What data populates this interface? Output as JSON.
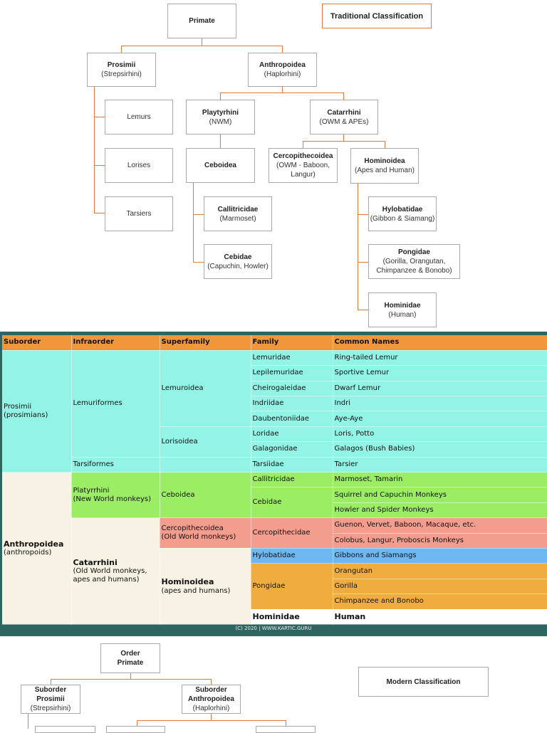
{
  "traditional": {
    "title": "Traditional Classification",
    "primate": "Primate",
    "prosimii": {
      "name": "Prosimii",
      "sub": "(Strepsirhini)"
    },
    "anthropoidea": {
      "name": "Anthropoidea",
      "sub": "(Haplorhini)"
    },
    "lemurs": "Lemurs",
    "lorises": "Lorises",
    "tarsiers": "Tarsiers",
    "platyrrhini": {
      "name": "Playtyrhini",
      "sub": "(NWM)"
    },
    "catarrhini": {
      "name": "Catarrhini",
      "sub": "(OWM & APEs)"
    },
    "ceboidea": "Ceboidea",
    "cercopithecoidea": {
      "name": "Cercopithecoidea",
      "sub1": "(OWM - Baboon,",
      "sub2": "Langur)"
    },
    "hominoidea": {
      "name": "Hominoidea",
      "sub": "(Apes and Human)"
    },
    "callitricidae": {
      "name": "Callitricidae",
      "sub": "(Marmoset)"
    },
    "cebidae": {
      "name": "Cebidae",
      "sub": "(Capuchin, Howler)"
    },
    "hylobatidae": {
      "name": "Hylobatidae",
      "sub": "(Gibbon & Siamang)"
    },
    "pongidae": {
      "name": "Pongidae",
      "sub1": "(Gorilla, Orangutan,",
      "sub2": "Chimpanzee & Bonobo)"
    },
    "hominidae": {
      "name": "Hominidae",
      "sub": "(Human)"
    }
  },
  "table": {
    "headers": [
      "Suborder",
      "Infraorder",
      "Superfamily",
      "Family",
      "Common Names"
    ],
    "prosimii": "Prosimii",
    "prosimii_sub": "(prosimians)",
    "lemuriformes": "Lemuriformes",
    "tarsiformes": "Tarsiformes",
    "lemuroidea": "Lemuroidea",
    "lorisoidea": "Lorisoidea",
    "anthropoidea": "Anthropoidea",
    "anthropoidea_sub": "(anthropoids)",
    "platyrrhini": "Platyrrhini",
    "platyrrhini_sub": "(New World monkeys)",
    "catarrhini": "Catarrhini",
    "catarrhini_sub1": "(Old World monkeys,",
    "catarrhini_sub2": "apes and humans)",
    "ceboidea": "Ceboidea",
    "cercopithecoidea": "Cercopithecoidea",
    "cercopithecoidea_sub": "(Old World monkeys)",
    "hominoidea": "Hominoidea",
    "hominoidea_sub": "(apes and humans)",
    "cebidae": "Cebidae",
    "cercopithecidae": "Cercopithecidae",
    "pongidae": "Pongidae",
    "rows": [
      {
        "family": "Lemuridae",
        "common": "Ring-tailed Lemur"
      },
      {
        "family": "Lepilemuridae",
        "common": "Sportive Lemur"
      },
      {
        "family": "Cheirogaleidae",
        "common": "Dwarf Lemur"
      },
      {
        "family": "Indriidae",
        "common": "Indri"
      },
      {
        "family": "Daubentoniidae",
        "common": "Aye-Aye"
      },
      {
        "family": "Loridae",
        "common": "Loris, Potto"
      },
      {
        "family": "Galagonidae",
        "common": "Galagos (Bush Babies)"
      },
      {
        "family": "Tarsiidae",
        "common": "Tarsier"
      },
      {
        "family": "Callitricidae",
        "common": "Marmoset, Tamarin"
      },
      {
        "family": "",
        "common": "Squirrel and Capuchin Monkeys"
      },
      {
        "family": "",
        "common": "Howler and Spider Monkeys"
      },
      {
        "family": "",
        "common": "Guenon, Vervet, Baboon, Macaque, etc."
      },
      {
        "family": "",
        "common": "Colobus, Langur, Proboscis Monkeys"
      },
      {
        "family": "Hylobatidae",
        "common": "Gibbons and Siamangs"
      },
      {
        "family": "",
        "common": "Orangutan"
      },
      {
        "family": "",
        "common": "Gorilla"
      },
      {
        "family": "",
        "common": "Chimpanzee and Bonobo"
      },
      {
        "family": "Hominidae",
        "common": "Human"
      }
    ],
    "copyright": "(C) 2020 | WWW.KARTIC.GURU"
  },
  "modern": {
    "title": "Modern Classification",
    "order": "Order",
    "primate": "Primate",
    "suborder1": "Suborder",
    "prosimii": "Prosimii",
    "prosimii_sub": "(Strepsirhini)",
    "suborder2": "Suborder",
    "anthropoidea": "Anthropoidea",
    "anthropoidea_sub": "(Haplorhini)"
  },
  "colors": {
    "connector": "#e0793a",
    "header": "#f0973c",
    "prosimian": "#92f4e6",
    "new_world": "#9bee64",
    "old_world": "#f29d8e",
    "lesser_apes": "#6fb7f0",
    "great_apes": "#f0ad3f",
    "frame": "#2f6560"
  }
}
